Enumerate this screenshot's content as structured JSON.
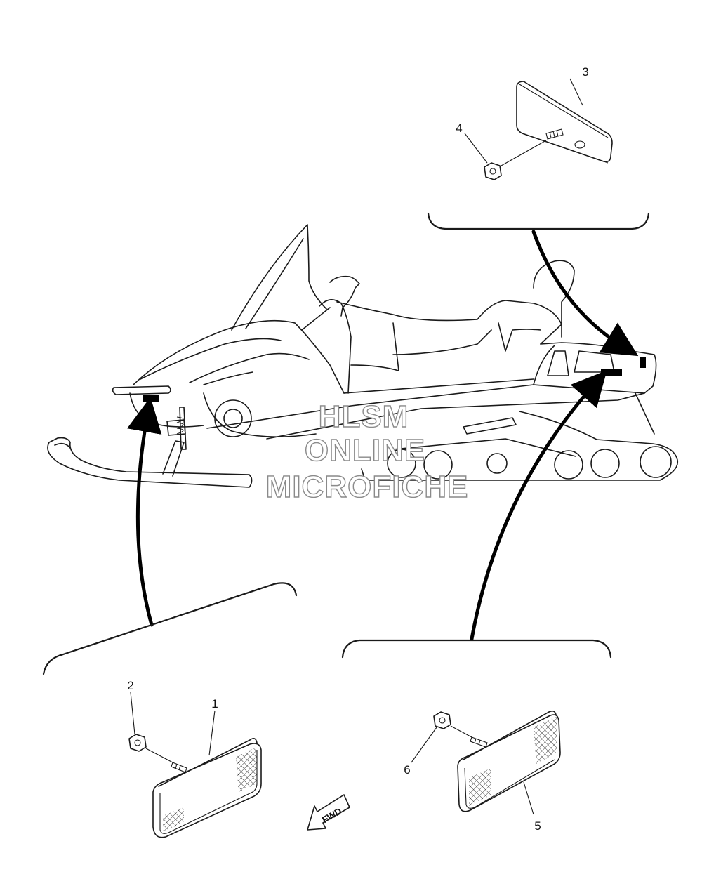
{
  "callouts": {
    "part_1": "1",
    "part_2": "2",
    "part_3": "3",
    "part_4": "4",
    "part_5": "5",
    "part_6": "6"
  },
  "direction_label": "FWD",
  "watermark": {
    "line1": "HLSM",
    "line2": "ONLINE",
    "line3": "MICROFICHE"
  },
  "colors": {
    "line": "#1a1a1a",
    "watermark_outline": "#8a8a8a",
    "background": "#ffffff"
  }
}
